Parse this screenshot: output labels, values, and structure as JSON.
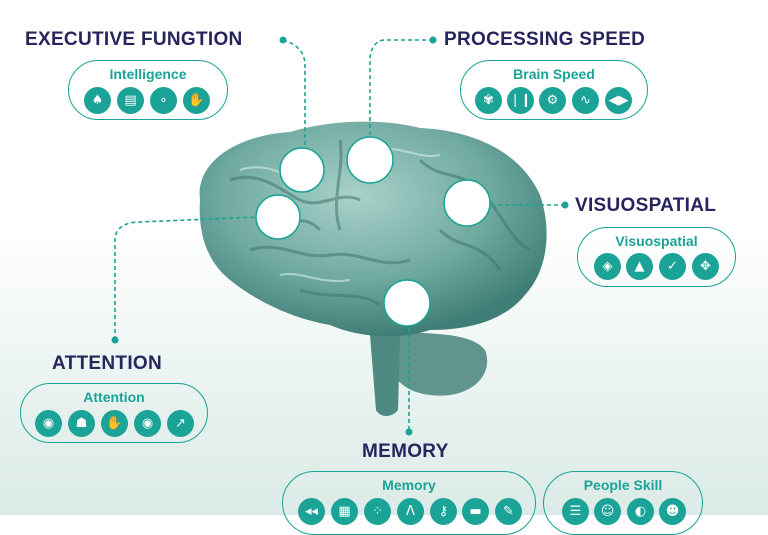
{
  "sections": {
    "executive": {
      "title": "EXECUTIVE FUNGTION",
      "pill": "Intelligence",
      "icons": [
        "spade-sound-icon",
        "cards-icon",
        "circles-icon",
        "hand-sign-icon"
      ]
    },
    "processing": {
      "title": "PROCESSING SPEED",
      "pill": "Brain Speed",
      "icons": [
        "butterfly-icon",
        "sound-wave-icon",
        "head-gear-icon",
        "pulse-icon",
        "arrows-in-icon"
      ]
    },
    "visuospatial": {
      "title": "VISUOSPATIAL",
      "pill": "Visuospatial",
      "icons": [
        "diamond-target-icon",
        "tent-icon",
        "chevrons-check-icon",
        "cross-arrows-icon"
      ]
    },
    "attention": {
      "title": "ATTENTION",
      "pill": "Attention",
      "icons": [
        "eye-arrows-icon",
        "lamp-icon",
        "hand-icon",
        "eye-sound-icon",
        "arrow-dots-icon"
      ]
    },
    "memory": {
      "title": "MEMORY",
      "pill": "Memory",
      "icons": [
        "sound-sequence-icon",
        "brain-grid-icon",
        "dots-icon",
        "compass-icon",
        "key-icon",
        "blocks-icon",
        "clipboard-icon"
      ]
    },
    "people": {
      "pill": "People Skill",
      "icons": [
        "person-card-icon",
        "masks-icon",
        "head-speak-icon",
        "face-icon"
      ]
    }
  },
  "colors": {
    "title": "#27245e",
    "accent": "#1aa396",
    "brain": "#6fa9a0"
  }
}
